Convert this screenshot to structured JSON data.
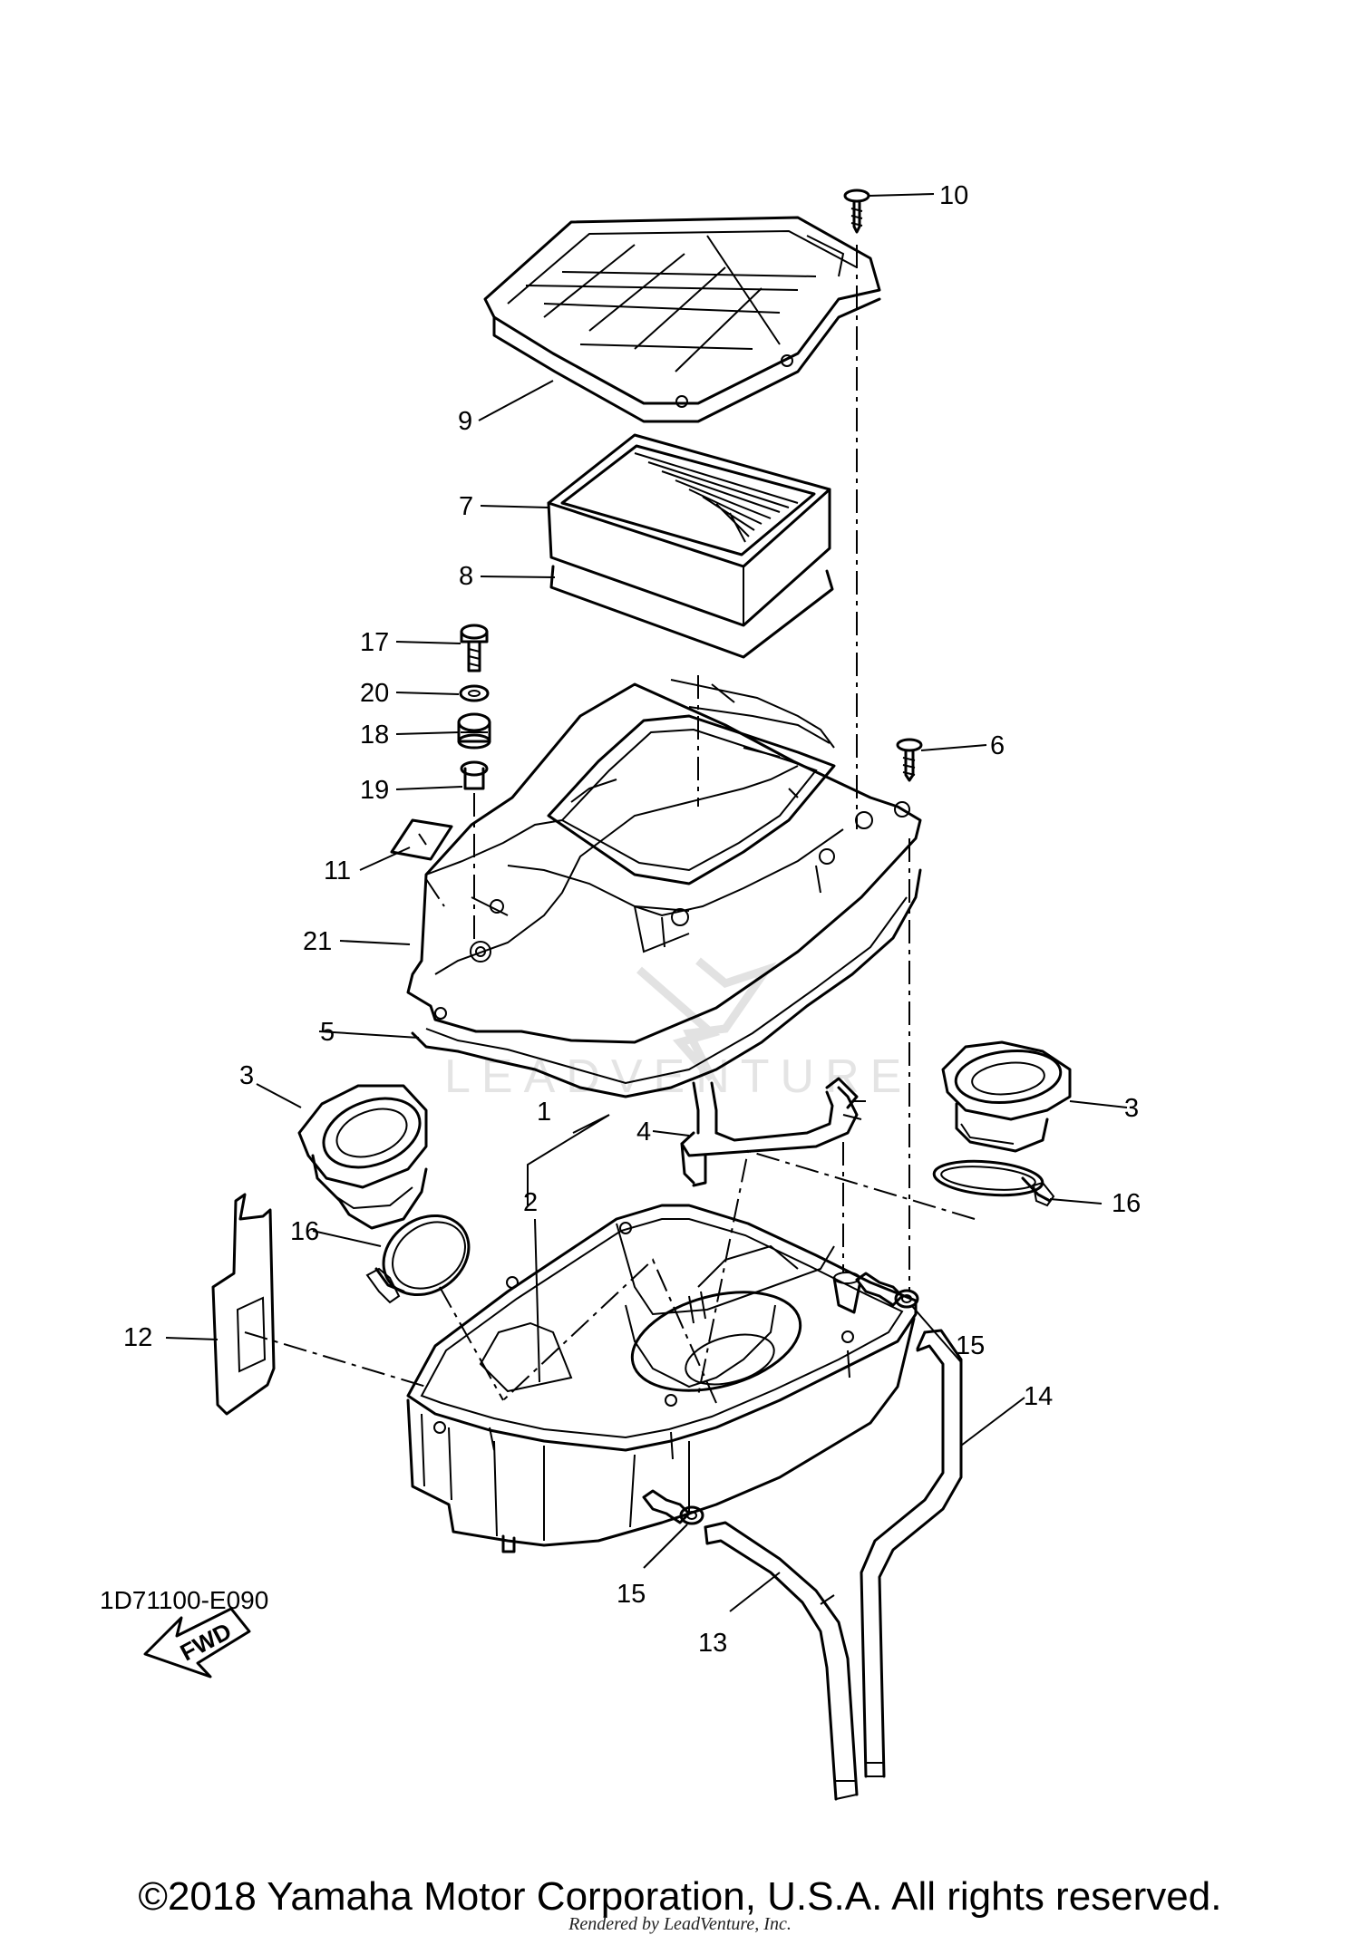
{
  "watermark": {
    "text": "LEADVENTURE"
  },
  "callouts": [
    "10",
    "9",
    "7",
    "8",
    "17",
    "20",
    "18",
    "19",
    "6",
    "11",
    "21",
    "5",
    "3",
    "1",
    "4",
    "3",
    "2",
    "16",
    "16",
    "12",
    "15",
    "14",
    "15",
    "13"
  ],
  "fwd_label": "FWD",
  "drawing_code": "1D71100-E090",
  "copyright": "©2018 Yamaha Motor Corporation, U.S.A. All rights reserved.",
  "rendered_by": "Rendered by LeadVenture, Inc."
}
